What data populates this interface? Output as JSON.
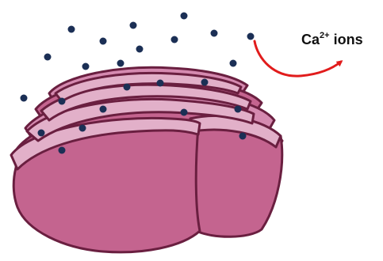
{
  "label": {
    "element": "Ca",
    "charge": "2+",
    "word": "ions"
  },
  "colors": {
    "membrane_fill": "#c4648f",
    "membrane_fill_light": "#e2b0c9",
    "membrane_stroke": "#6a1f40",
    "ion": "#1b2f55",
    "arrow": "#e11c1c"
  }
}
